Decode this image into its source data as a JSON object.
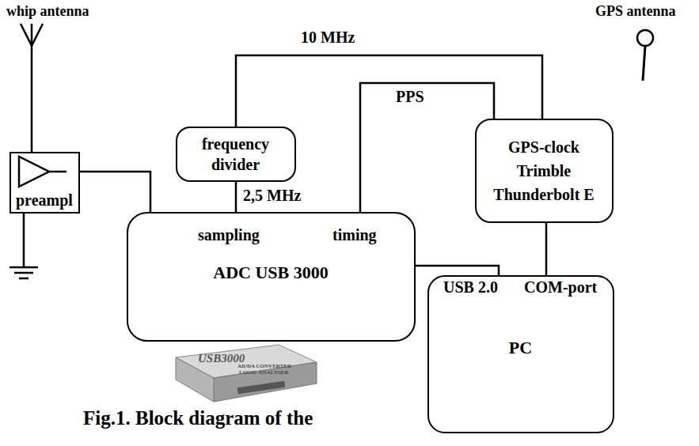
{
  "diagram": {
    "caption": "Fig.1. Block diagram of the",
    "nodes": [
      {
        "text": [
          "frequency divider"
        ]
      },
      {
        "text": [
          "GPS-clock Trimble Thunderbolt E"
        ]
      },
      {
        "text": [
          "preampl"
        ]
      },
      {
        "text": [
          "sampling",
          "timing",
          "ADC USB 3000"
        ]
      },
      {
        "text": [
          "USB 2.0",
          "COM-port",
          "PC"
        ]
      }
    ],
    "edges": [
      {
        "from": 1,
        "to": 0,
        "label": "10 MHz",
        "arrow": "none"
      },
      {
        "from": 0,
        "to": 3,
        "label": "2,5 MHz",
        "arrow": "none"
      },
      {
        "from": 1,
        "to": 3,
        "label": "PPS",
        "arrow": "none"
      },
      {
        "from": 2,
        "to": 3,
        "arrow": "none"
      },
      {
        "from": 3,
        "to": 4,
        "arrow": "none"
      },
      {
        "from": 1,
        "to": 4,
        "arrow": "none"
      }
    ],
    "labels": [
      "whip antenna",
      "GPS antenna",
      "USB3000",
      "AD/DA CONVERTER",
      "LOGIC ANALYSER"
    ]
  }
}
